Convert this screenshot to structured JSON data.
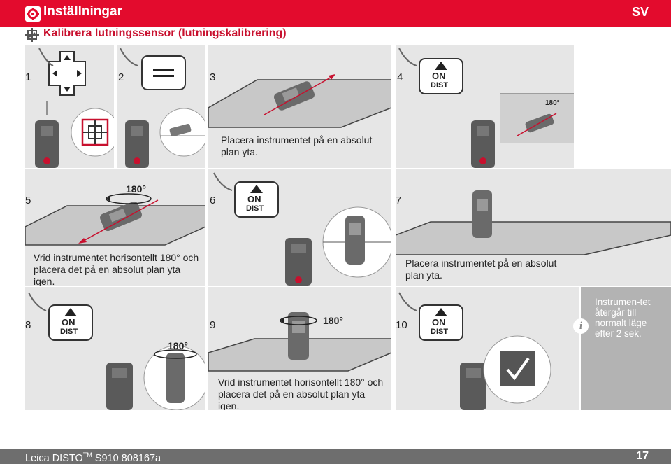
{
  "header": {
    "title": "Inställningar",
    "lang": "SV"
  },
  "section": {
    "title": "Kalibrera lutningssensor (lutningskalibrering)"
  },
  "steps": [
    {
      "num": "1",
      "caption": ""
    },
    {
      "num": "2",
      "caption": ""
    },
    {
      "num": "3",
      "caption": "Placera instrumentet på en absolut plan yta."
    },
    {
      "num": "4",
      "caption": ""
    },
    {
      "num": "5",
      "caption": "Vrid instrumentet horisontellt 180° och placera det på en absolut plan yta igen."
    },
    {
      "num": "6",
      "caption": ""
    },
    {
      "num": "7",
      "caption": "Placera instrumentet på en absolut plan yta."
    },
    {
      "num": "8",
      "caption": ""
    },
    {
      "num": "9",
      "caption": "Vrid instrumentet horisontellt 180° och placera det på en absolut plan yta igen."
    },
    {
      "num": "10",
      "caption": ""
    }
  ],
  "labels": {
    "on": "ON",
    "dist": "DIST",
    "rotate": "180°"
  },
  "info": {
    "text": "Instrumen-tet återgår till normalt läge efter 2 sek."
  },
  "footer": {
    "product": "Leica DISTO",
    "tm": "TM",
    "model": " S910 808167a",
    "page": "17"
  },
  "colors": {
    "brand_red": "#e30b2d",
    "panel_gray": "#e6e6e6",
    "info_gray": "#b3b3b3",
    "footer_gray": "#6e6e6e"
  }
}
